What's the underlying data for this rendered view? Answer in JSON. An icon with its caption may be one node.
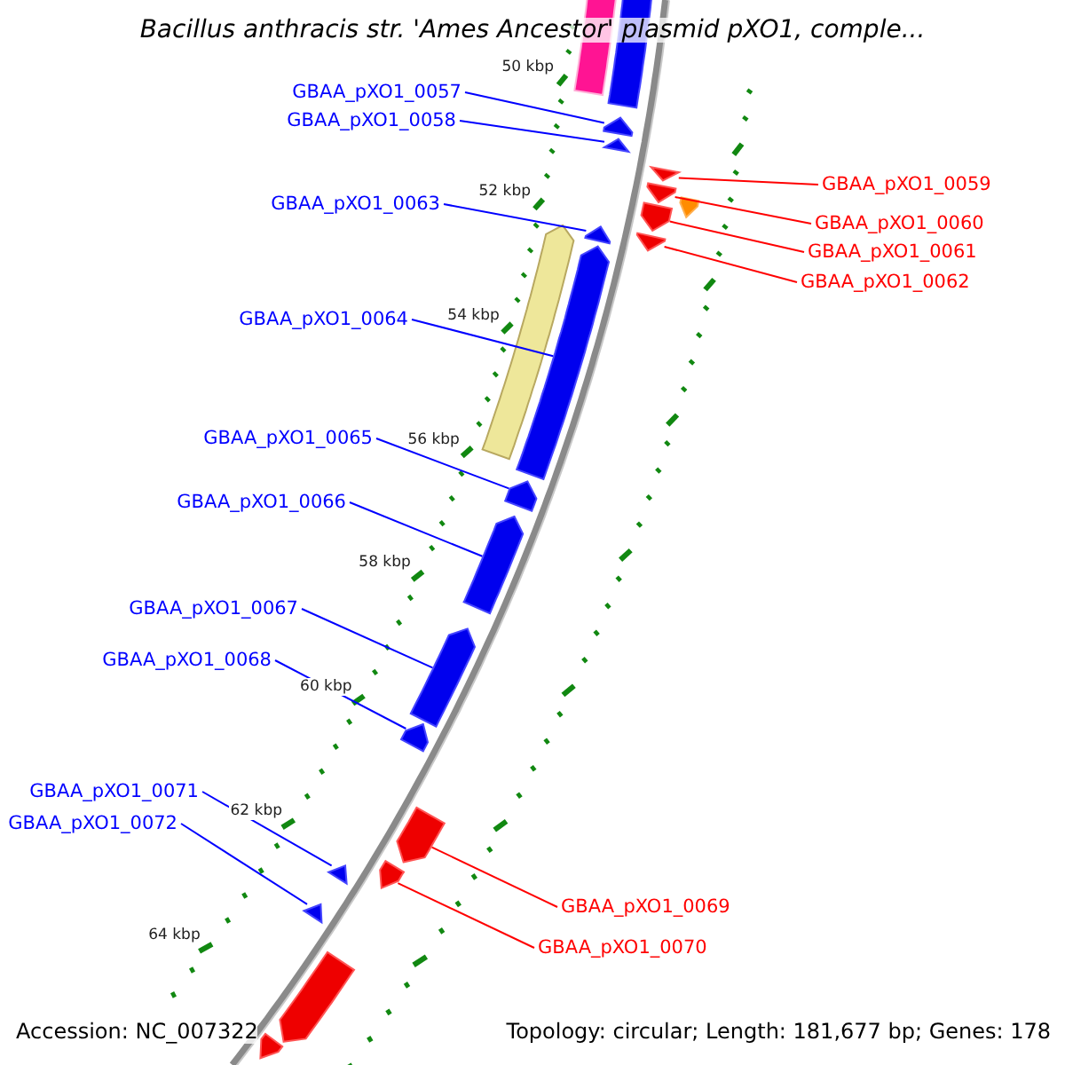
{
  "diagram": {
    "title": "Bacillus anthracis str. 'Ames Ancestor' plasmid pXO1, comple...",
    "nodes": [
      {
        "text": [
          "GBAA_pXO1_0057"
        ]
      },
      {
        "text": [
          "GBAA_pXO1_0058"
        ]
      },
      {
        "text": [
          "GBAA_pXO1_0059"
        ]
      },
      {
        "text": [
          "GBAA_pXO1_0060"
        ]
      },
      {
        "text": [
          "GBAA_pXO1_0061"
        ]
      },
      {
        "text": [
          "GBAA_pXO1_0062"
        ]
      },
      {
        "text": [
          "GBAA_pXO1_0063"
        ]
      },
      {
        "text": [
          "GBAA_pXO1_0064"
        ]
      },
      {
        "text": [
          "GBAA_pXO1_0065"
        ]
      },
      {
        "text": [
          "GBAA_pXO1_0066"
        ]
      },
      {
        "text": [
          "GBAA_pXO1_0067"
        ]
      },
      {
        "text": [
          "GBAA_pXO1_0068"
        ]
      },
      {
        "text": [
          "GBAA_pXO1_0071"
        ]
      },
      {
        "text": [
          "GBAA_pXO1_0072"
        ]
      },
      {
        "text": [
          "GBAA_pXO1_0069"
        ]
      },
      {
        "text": [
          "GBAA_pXO1_0070"
        ]
      },
      {
        "text": [],
        "shape": "arrow"
      },
      {
        "text": [],
        "shape": "arrow"
      },
      {
        "text": [],
        "shape": "arrow"
      },
      {
        "text": [],
        "shape": "arrow"
      },
      {
        "text": [],
        "shape": "arrow"
      },
      {
        "text": [],
        "shape": "arrow"
      },
      {
        "text": [],
        "shape": "arrow"
      },
      {
        "text": [],
        "shape": "arrow"
      },
      {
        "text": [],
        "shape": "arrow"
      },
      {
        "text": [],
        "shape": "arrow"
      },
      {
        "text": [],
        "shape": "arrow"
      },
      {
        "text": [],
        "shape": "arrow"
      },
      {
        "text": [],
        "shape": "arrow"
      },
      {
        "text": [],
        "shape": "arrow"
      },
      {
        "text": [],
        "shape": "arrow"
      },
      {
        "text": [],
        "shape": "arrow"
      },
      {
        "text": [],
        "shape": "arrow"
      },
      {
        "text": [],
        "shape": "arrow"
      },
      {
        "text": [],
        "shape": "arrow"
      },
      {
        "text": [],
        "shape": "arrow"
      },
      {
        "text": [],
        "shape": "arrow"
      },
      {
        "text": [],
        "shape": "arrow"
      }
    ],
    "edges": [
      {
        "from": 0,
        "to": 16,
        "arrow": "none"
      },
      {
        "from": 1,
        "to": 17,
        "arrow": "none"
      },
      {
        "from": 2,
        "to": 18,
        "arrow": "none",
        "color": "#ff0000"
      },
      {
        "from": 3,
        "to": 19,
        "arrow": "none",
        "color": "#ff0000"
      },
      {
        "from": 4,
        "to": 20,
        "arrow": "none",
        "color": "#ff0000"
      },
      {
        "from": 5,
        "to": 21,
        "arrow": "none",
        "color": "#ff0000"
      },
      {
        "from": 6,
        "to": 22,
        "arrow": "none"
      },
      {
        "from": 7,
        "to": 23,
        "arrow": "none"
      },
      {
        "from": 8,
        "to": 24,
        "arrow": "none"
      },
      {
        "from": 9,
        "to": 25,
        "arrow": "none"
      },
      {
        "from": 10,
        "to": 26,
        "arrow": "none"
      },
      {
        "from": 11,
        "to": 27,
        "arrow": "none"
      },
      {
        "from": 12,
        "to": 28,
        "arrow": "none"
      },
      {
        "from": 13,
        "to": 29,
        "arrow": "none"
      },
      {
        "from": 14,
        "to": 30,
        "arrow": "none",
        "color": "#ff0000"
      },
      {
        "from": 15,
        "to": 31,
        "arrow": "none",
        "color": "#ff0000"
      }
    ],
    "labels": [
      "50 kbp",
      "52 kbp",
      "54 kbp",
      "56 kbp",
      "58 kbp",
      "60 kbp",
      "62 kbp",
      "64 kbp",
      "Accession: NC_007322",
      "Topology: circular; Length: 181,677 bp; Genes: 178"
    ]
  }
}
